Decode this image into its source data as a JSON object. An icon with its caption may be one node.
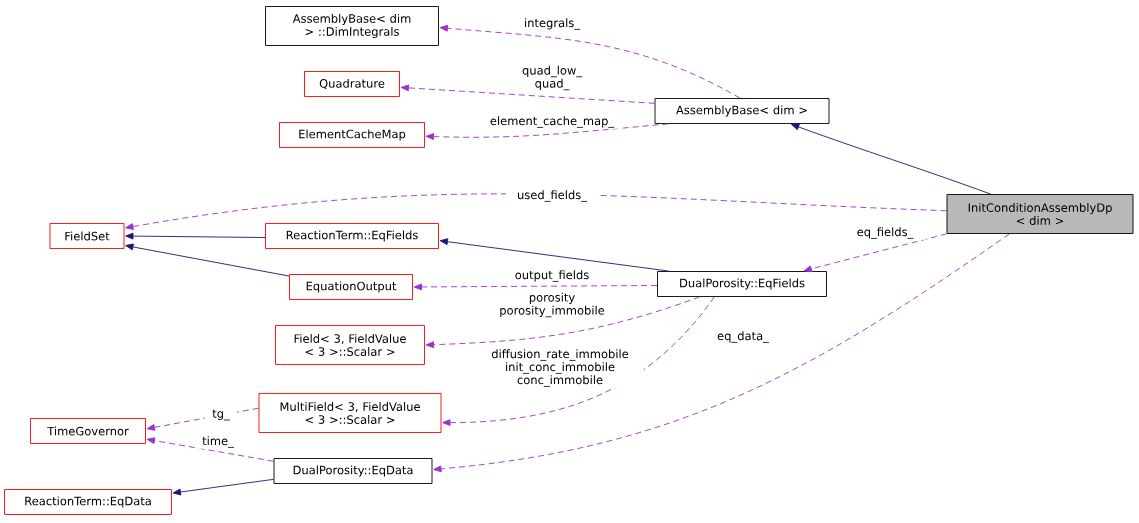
{
  "diagram": {
    "nodes": [
      {
        "text": [
          "InitConditionAssemblyDp < dim >"
        ]
      },
      {
        "text": [
          "AssemblyBase< dim >"
        ]
      },
      {
        "text": [
          "AssemblyBase< dim > ::DimIntegrals"
        ]
      },
      {
        "text": [
          "Quadrature"
        ]
      },
      {
        "text": [
          "ElementCacheMap"
        ]
      },
      {
        "text": [
          "FieldSet"
        ]
      },
      {
        "text": [
          "ReactionTerm::EqFields"
        ]
      },
      {
        "text": [
          "DualPorosity::EqFields"
        ]
      },
      {
        "text": [
          "EquationOutput"
        ]
      },
      {
        "text": [
          "Field< 3, FieldValue < 3 >::Scalar >"
        ]
      },
      {
        "text": [
          "MultiField< 3, FieldValue < 3 >::Scalar >"
        ]
      },
      {
        "text": [
          "TimeGovernor"
        ]
      },
      {
        "text": [
          "DualPorosity::EqData"
        ]
      },
      {
        "text": [
          "ReactionTerm::EqData"
        ]
      }
    ],
    "edges": [
      {
        "from": 0,
        "to": 1,
        "arrow": "to",
        "color": "#191970"
      },
      {
        "from": 1,
        "to": 2,
        "arrow": "to",
        "style": "dashed",
        "label": "integrals_"
      },
      {
        "from": 1,
        "to": 3,
        "arrow": "to",
        "style": "dashed",
        "label": "quad_low_ quad_"
      },
      {
        "from": 1,
        "to": 4,
        "arrow": "to",
        "style": "dashed",
        "label": "element_cache_map_"
      },
      {
        "from": 0,
        "to": 5,
        "arrow": "to",
        "style": "dashed",
        "label": "used_fields_"
      },
      {
        "from": 6,
        "to": 5,
        "arrow": "to",
        "color": "#191970"
      },
      {
        "from": 8,
        "to": 5,
        "arrow": "to",
        "color": "#191970"
      },
      {
        "from": 7,
        "to": 6,
        "arrow": "to",
        "color": "#191970"
      },
      {
        "from": 0,
        "to": 7,
        "arrow": "to",
        "style": "dashed",
        "label": "eq_fields_"
      },
      {
        "from": 7,
        "to": 8,
        "arrow": "to",
        "style": "dashed",
        "label": "output_fields"
      },
      {
        "from": 7,
        "to": 9,
        "arrow": "to",
        "style": "dashed",
        "label": "porosity porosity_immobile"
      },
      {
        "from": 7,
        "to": 10,
        "arrow": "to",
        "style": "dashed",
        "label": "diffusion_rate_immobile init_conc_immobile conc_immobile"
      },
      {
        "from": 10,
        "to": 11,
        "arrow": "to",
        "style": "dashed",
        "label": "tg_"
      },
      {
        "from": 12,
        "to": 11,
        "arrow": "to",
        "style": "dashed",
        "label": "time_"
      },
      {
        "from": 0,
        "to": 12,
        "arrow": "to",
        "style": "dashed",
        "label": "eq_data_"
      },
      {
        "from": 12,
        "to": 13,
        "arrow": "to",
        "color": "#191970"
      }
    ]
  }
}
